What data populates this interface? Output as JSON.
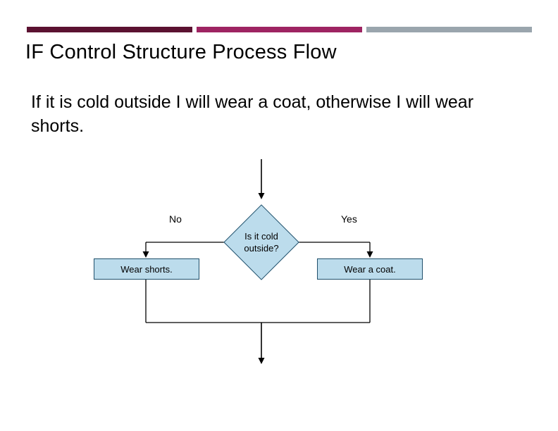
{
  "slide": {
    "title": "IF Control Structure Process Flow",
    "paragraph": "If it is cold outside I will wear a coat, otherwise I will wear shorts."
  },
  "decor": {
    "bar_dark_color": "#5b1231",
    "bar_mid_color": "#9e2462",
    "bar_grey_color": "#9aa5ad"
  },
  "flowchart": {
    "fill_color": "#bcdcec",
    "stroke_color": "#20506b",
    "line_color": "#000000",
    "decision": {
      "line1": "Is it cold",
      "line2": "outside?"
    },
    "branch_labels": {
      "no": "No",
      "yes": "Yes"
    },
    "nodes": [
      {
        "id": "wear-shorts",
        "label": "Wear shorts."
      },
      {
        "id": "wear-coat",
        "label": "Wear a coat."
      }
    ]
  }
}
